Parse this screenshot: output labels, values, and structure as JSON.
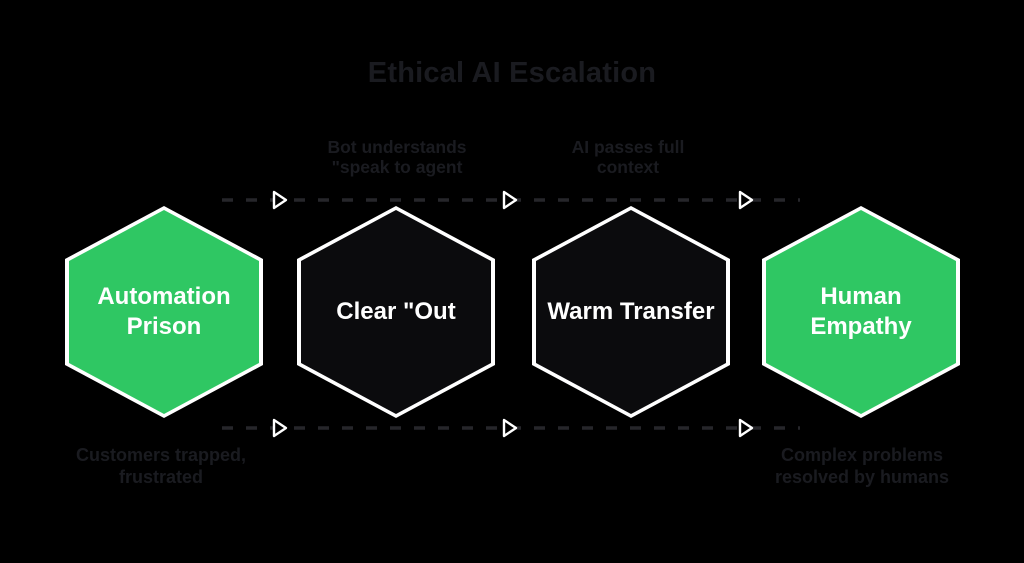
{
  "title": "Ethical AI Escalation",
  "colors": {
    "background": "#000000",
    "title-text": "#1a1b20",
    "muted-text": "#1a1b20",
    "dash": "#26262a",
    "arrow-stroke": "#ffffff",
    "hex-border": "#ffffff",
    "hex-green": "#2fc763",
    "hex-dark": "#0b0b0d",
    "hex-label": "#ffffff"
  },
  "stages": [
    {
      "label": "Automation\nPrison",
      "color": "#2fc763",
      "variant": "green"
    },
    {
      "label": "Clear \"Out",
      "color": "#0b0b0d",
      "variant": "dark"
    },
    {
      "label": "Warm Transfer",
      "color": "#0b0b0d",
      "variant": "dark"
    },
    {
      "label": "Human\nEmpathy",
      "color": "#2fc763",
      "variant": "green"
    }
  ],
  "transitions": [
    {
      "text": "Bot understands\n\"speak to agent"
    },
    {
      "text": "AI passes full\ncontext"
    }
  ],
  "annotations": [
    {
      "text": "Customers trapped,\nfrustrated"
    },
    {
      "text": "Complex problems\nresolved by humans"
    }
  ]
}
